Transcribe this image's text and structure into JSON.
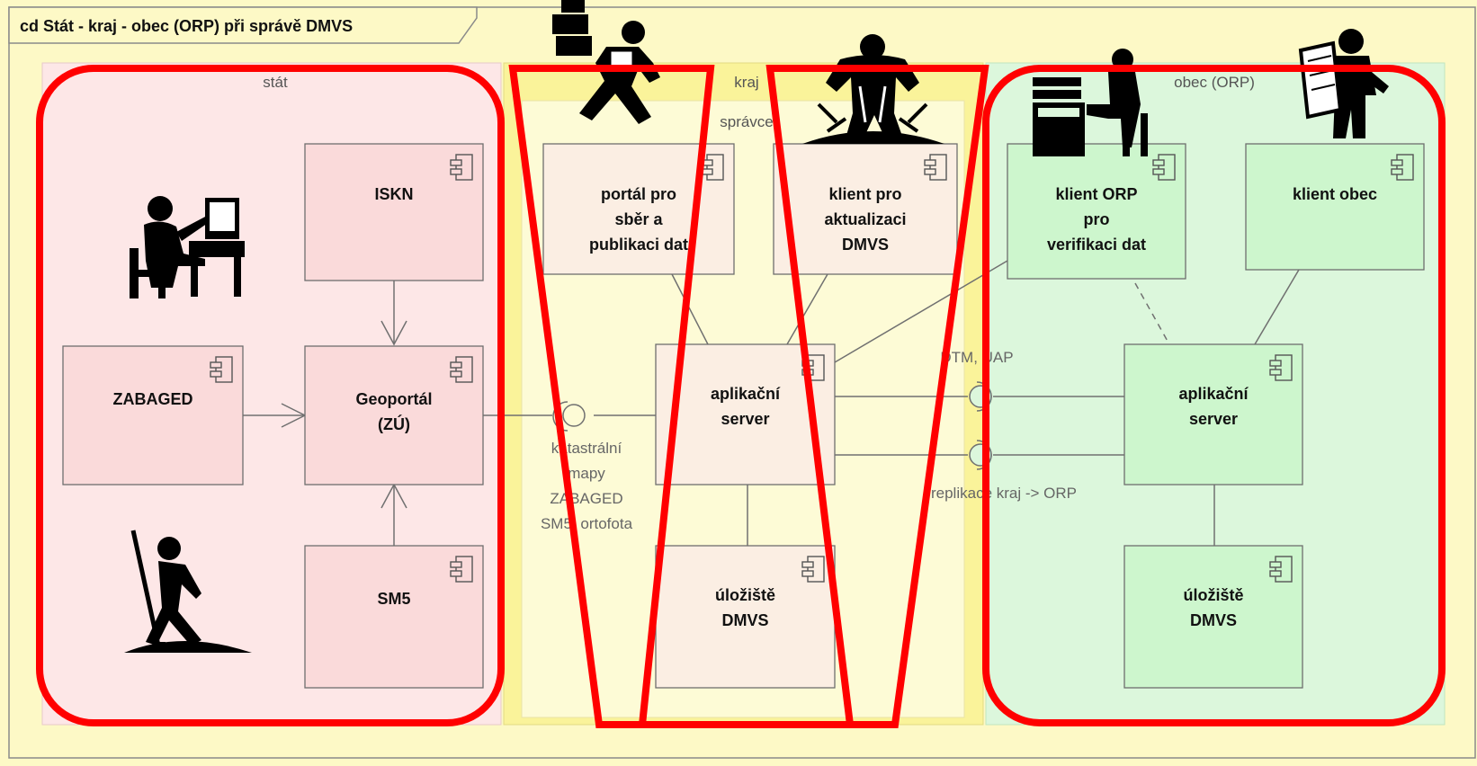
{
  "diagram": {
    "frame_title": "cd Stát - kraj - obec (ORP) při správě DMVS",
    "zones": {
      "stat": "stát",
      "kraj": "kraj",
      "spravce": "správce",
      "obec": "obec (ORP)"
    },
    "components": {
      "iskn": [
        "ISKN"
      ],
      "zabaged": [
        "ZABAGED"
      ],
      "geoportal": [
        "Geoportál",
        "(ZÚ)"
      ],
      "sm5": [
        "SM5"
      ],
      "portal": [
        "portál pro",
        "sběr a",
        "publikaci dat"
      ],
      "klient_akt": [
        "klient pro",
        "aktualizaci",
        "DMVS"
      ],
      "app_kraj": [
        "aplikační",
        "server"
      ],
      "uloziste_kraj": [
        "úložiště",
        "DMVS"
      ],
      "klient_orp": [
        "klient ORP",
        "pro",
        "verifikaci dat"
      ],
      "klient_obec": [
        "klient obec"
      ],
      "app_orp": [
        "aplikační",
        "server"
      ],
      "uloziste_orp": [
        "úložiště",
        "DMVS"
      ]
    },
    "interfaces": {
      "maps": [
        "katastrální",
        "mapy",
        "ZABAGED",
        "SM5, ortofota"
      ],
      "dtm": "DTM, ÚAP",
      "replikace": "replikace kraj -> ORP"
    },
    "colors": {
      "background": "#fdf9c6",
      "stat_zone": "#fde7e7",
      "stat_component": "#fadada",
      "kraj_zone": "#faf39a",
      "spravce_zone": "#fdfbd6",
      "kraj_component": "#fbeee3",
      "obec_zone": "#dcf7dc",
      "obec_component": "#cdf6cd",
      "highlight": "#ff0000"
    },
    "icons": [
      "person-at-computer-icon",
      "digging-worker-icon",
      "running-courier-icon",
      "strong-man-icon",
      "person-at-desk-icon",
      "surveyor-with-plan-icon"
    ]
  }
}
